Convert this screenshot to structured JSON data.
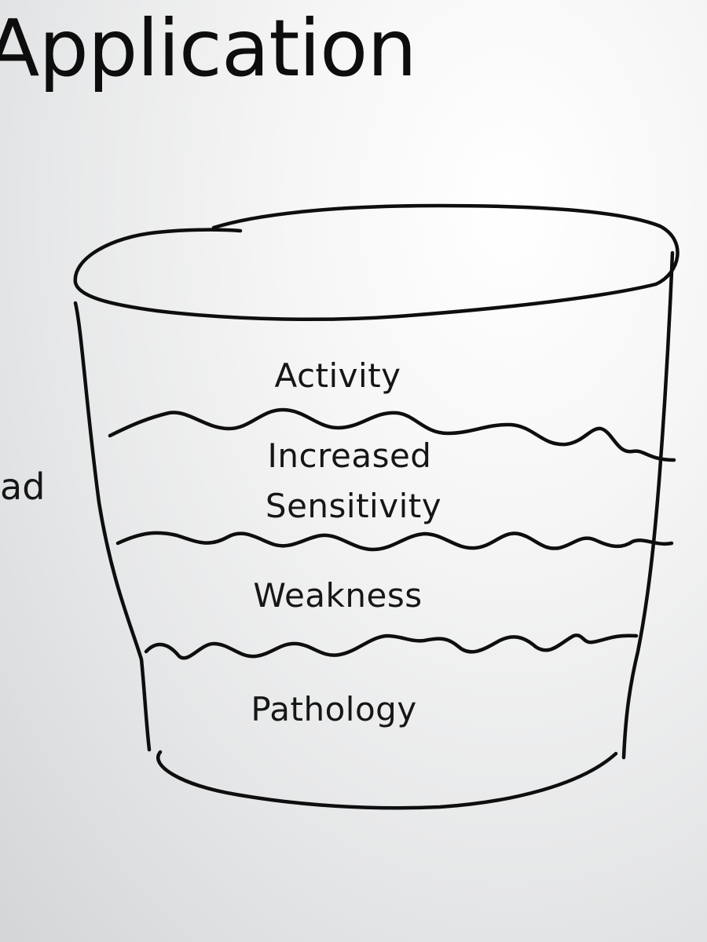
{
  "slide": {
    "title": "Application",
    "side_text": "ad"
  },
  "bucket": {
    "layers": [
      {
        "label": "Activity"
      },
      {
        "label": "Increased"
      },
      {
        "label": "Sensitivity"
      },
      {
        "label": "Weakness"
      },
      {
        "label": "Pathology"
      }
    ]
  }
}
